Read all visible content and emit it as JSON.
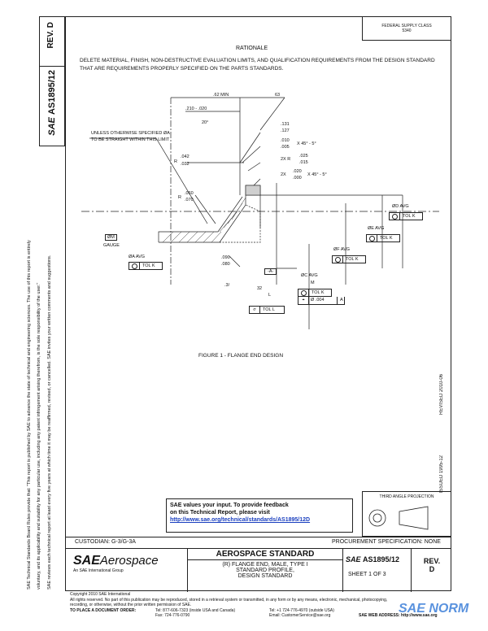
{
  "left_margin": {
    "line1": "SAE Technical Standards Board Rules provide that: \"This report is published by SAE to advance the state of technical and engineering sciences. The use of this report is entirely",
    "line2": "voluntary, and its applicability and suitability for any particular use, including any patent infringement arising therefrom, is the sole responsibility of the user.\"",
    "line3": "SAE reviews each technical report at least every five years at which time it may be reaffirmed, revised, or cancelled. SAE invites your written comments and suggestions."
  },
  "header": {
    "rev_label": "REV.",
    "rev_value": "D",
    "doc_number": "AS1895/12",
    "sae_logo": "SAE",
    "fed_code_line1": "FEDERAL SUPPLY CLASS",
    "fed_code_line2": "5340",
    "rationale_title": "RATIONALE",
    "rationale_text": "DELETE MATERIAL, FINISH, NON-DESTRUCTIVE EVALUATION LIMITS, AND QUALIFICATION REQUIREMENTS FROM THE DESIGN STANDARD THAT ARE REQUIREMENTS PROPERLY SPECIFIED ON THE PARTS STANDARDS."
  },
  "drawing": {
    "dim_62min": ".62 MIN",
    "dim_63": "63",
    "dim_210": ".210 - .020",
    "dim_20": "20°",
    "dim_131": ".131",
    "dim_127": ".127",
    "dim_010": ".010",
    "dim_005": ".005",
    "dim_x45a": "X 45° - 5°",
    "dim_2xr": "2X R",
    "dim_025": ".025",
    "dim_015": ".015",
    "dim_2x": "2X",
    "dim_020": ".020",
    "dim_000": ".000",
    "dim_x45b": "X 45° - 5°",
    "note_unless": "UNLESS OTHERWISE SPECIFIED ØA TO BE STRAIGHT WITHIN THIS LIMIT",
    "r042_prefix": "R",
    "dim_042": ".042",
    "dim_032": ".032",
    "r060_prefix": "R",
    "dim_060": ".060",
    "dim_070": ".070",
    "gauge_m": "ØM",
    "gauge_label": "GAUGE",
    "a_avg": "ØA AVG",
    "tol_k": "TOL K",
    "dim_090": ".090",
    "dim_080": ".080",
    "datum_a": "-A-",
    "dim_03": ".3/",
    "dim_32": "32",
    "dim_l": "L",
    "c_avg": "ØC AVG",
    "m_label": "M",
    "tol_k2": "TOL K",
    "fcf_c_val": "Ø .004",
    "fcf_c_datum": "A",
    "f_avg": "ØF AVG",
    "tol_k3": "TOL K",
    "e_avg": "ØE AVG",
    "tol_k4": "TOL K",
    "d_avg": "ØD AVG",
    "tol_k5": "TOL K",
    "tol_l": "TOL L",
    "figure_caption": "FIGURE 1 - FLANGE END DESIGN"
  },
  "right_margin": {
    "revised": "REVISED 2010-06",
    "issued": "ISSUED 1995-12"
  },
  "feedback": {
    "line1": "SAE values your input. To provide feedback",
    "line2": "on this Technical Report, please visit",
    "link": "http://www.sae.org/technical/standards/AS1895/12D"
  },
  "third_angle": "THIRD ANGLE PROJECTION",
  "title_block": {
    "custodian": "CUSTODIAN: G-3/G-3A",
    "procurement": "PROCUREMENT SPECIFICATION: NONE",
    "logo_sae": "SAE",
    "logo_aero": "Aerospace",
    "logo_sub": "An SAE International Group",
    "standard_title": "AEROSPACE STANDARD",
    "desc1": "(R)  FLANGE END, MALE, TYPE I",
    "desc2": "STANDARD PROFILE,",
    "desc3": "DESIGN STANDARD",
    "doc_sae": "SAE",
    "doc_num": "AS1895/12",
    "sheet": "SHEET 1 OF 3",
    "rev_label": "REV.",
    "rev_value": "D"
  },
  "footer": {
    "copyright": "Copyright 2010 SAE International",
    "rights": "All rights reserved. No part of this publication may be reproduced, stored in a retrieval system or transmitted, in any form or by any means, electronic, mechanical, photocopying,",
    "rights2": "recording, or otherwise, without the prior written permission of SAE.",
    "order": "TO PLACE A DOCUMENT ORDER:",
    "tel": "Tel: 877-606-7323 (inside USA and Canada)",
    "tel2": "Tel: +1 724-776-4970 (outside USA)",
    "fax": "Fax: 724-776-0790",
    "email": "Email: CustomerService@sae.org",
    "web": "SAE WEB ADDRESS: http://www.sae.org",
    "watermark": "SAE NORM"
  }
}
